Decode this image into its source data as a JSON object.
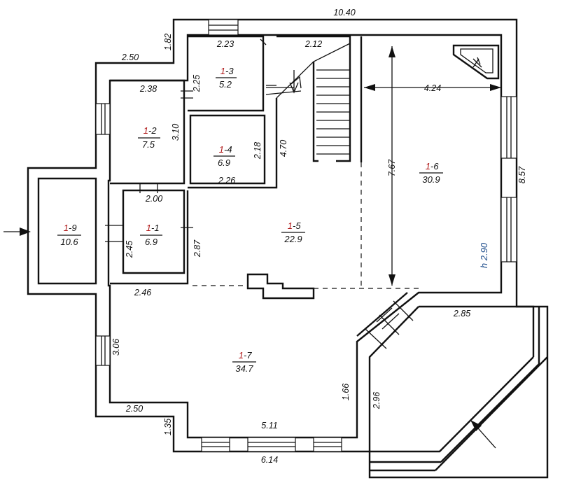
{
  "rooms": [
    {
      "floor": "1",
      "num": "1",
      "area": "6.9"
    },
    {
      "floor": "1",
      "num": "2",
      "area": "7.5"
    },
    {
      "floor": "1",
      "num": "3",
      "area": "5.2"
    },
    {
      "floor": "1",
      "num": "4",
      "area": "6.9"
    },
    {
      "floor": "1",
      "num": "5",
      "area": "22.9"
    },
    {
      "floor": "1",
      "num": "6",
      "area": "30.9"
    },
    {
      "floor": "1",
      "num": "7",
      "area": "34.7"
    },
    {
      "floor": "1",
      "num": "9",
      "area": "10.6"
    }
  ],
  "dimensions": {
    "d_10_40": "10.40",
    "d_1_82": "1.82",
    "d_2_50_top": "2.50",
    "d_2_23": "2.23",
    "d_2_12": "2.12",
    "d_2_38": "2.38",
    "d_2_25": "2.25",
    "d_4_24": "4.24",
    "d_3_10": "3.10",
    "d_2_18": "2.18",
    "d_4_70": "4.70",
    "d_7_67": "7.67",
    "d_8_57": "8.57",
    "d_2_26": "2.26",
    "d_2_00": "2.00",
    "d_2_45": "2.45",
    "d_2_87": "2.87",
    "d_2_46": "2.46",
    "d_2_85": "2.85",
    "d_3_06": "3.06",
    "d_1_66": "1.66",
    "d_2_96": "2.96",
    "d_2_50_bottom": "2.50",
    "d_1_35": "1.35",
    "d_5_11": "5.11",
    "d_6_14": "6.14"
  },
  "ceiling_height": "h 2.90"
}
